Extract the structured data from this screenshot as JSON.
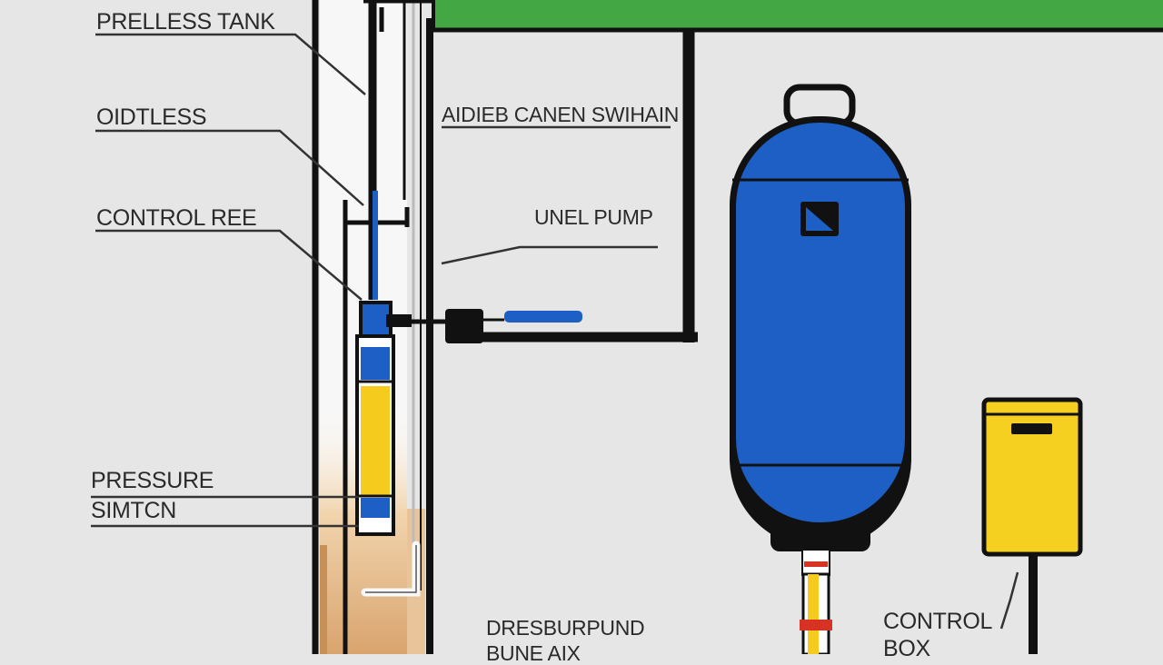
{
  "labels": {
    "pressureless_tank": "PRELLESS TANK",
    "outless": "OIDTLESS",
    "control_ree": "CONTROL REE",
    "pressure": "PRESSURE",
    "switch": "SIMTCN",
    "valve_switch": "AIDIEB CANEN SWIHAIN",
    "well_pump": "UNEL PUMP",
    "control_box_1": "CONTROL",
    "control_box_2": "BOX",
    "bottom_1": "DRESBURPUND",
    "bottom_2": "BUNE AIX"
  },
  "colors": {
    "background": "#e6e6e6",
    "line": "#111111",
    "green_pipe": "#43a843",
    "tank_blue": "#1d5fc4",
    "pump_yellow": "#f5cc1e",
    "box_yellow": "#f5d020",
    "soil": "#c79056",
    "pipe_red": "#d63325"
  },
  "icons": {
    "tank_gauge": "pressure-gauge-icon",
    "box_slot": "indicator-slot-icon"
  }
}
